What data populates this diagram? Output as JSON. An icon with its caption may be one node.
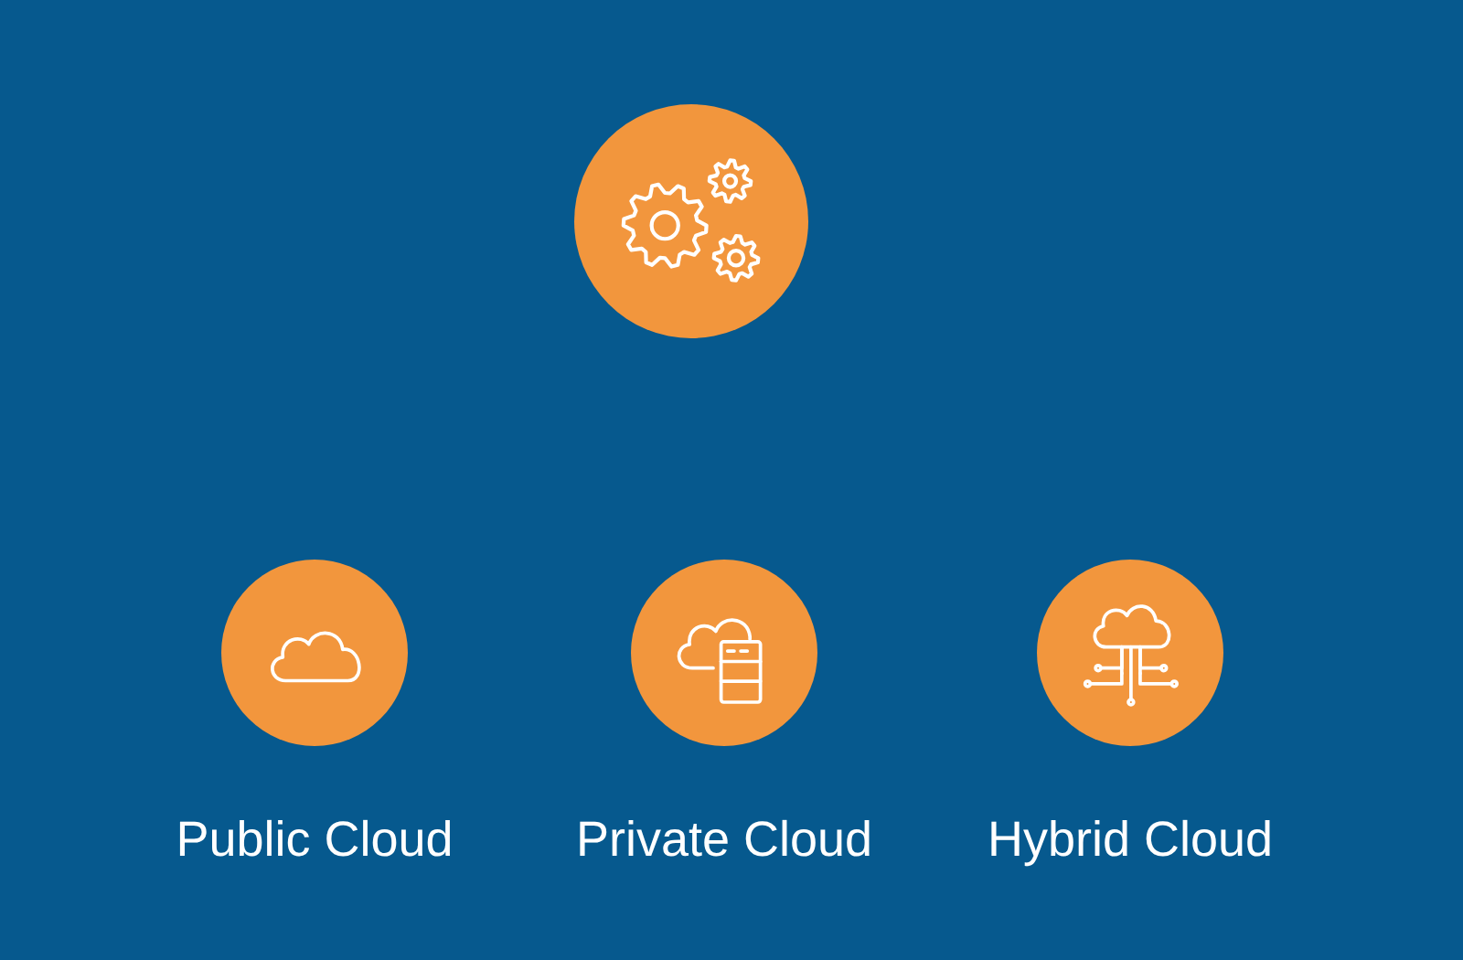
{
  "diagram": {
    "nodes": [
      {
        "text": [],
        "shape": "circle"
      },
      {
        "text": [
          "Public Cloud"
        ]
      },
      {
        "text": [
          "Private Cloud"
        ]
      },
      {
        "text": [
          "Hybrid Cloud"
        ]
      }
    ]
  }
}
